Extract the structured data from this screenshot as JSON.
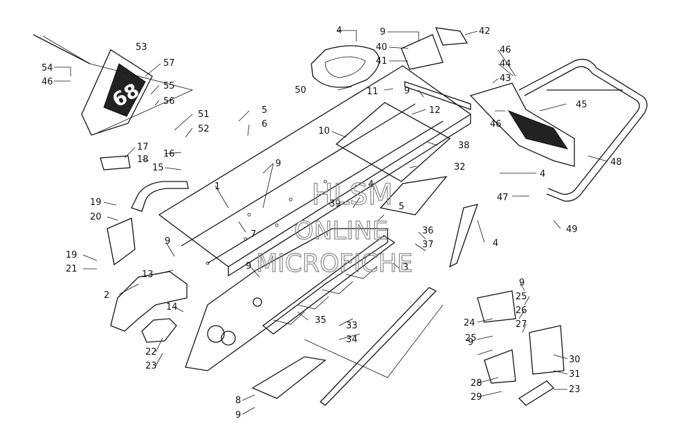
{
  "watermark": {
    "line1": "HLSM",
    "line2": "ONLINE",
    "line3": "MICROFICHE"
  },
  "decal_text": "68",
  "callouts": [
    {
      "n": "1"
    },
    {
      "n": "2"
    },
    {
      "n": "3"
    },
    {
      "n": "4"
    },
    {
      "n": "4"
    },
    {
      "n": "4"
    },
    {
      "n": "4"
    },
    {
      "n": "5"
    },
    {
      "n": "5"
    },
    {
      "n": "6"
    },
    {
      "n": "7"
    },
    {
      "n": "8"
    },
    {
      "n": "9"
    },
    {
      "n": "9"
    },
    {
      "n": "9"
    },
    {
      "n": "9"
    },
    {
      "n": "9"
    },
    {
      "n": "9"
    },
    {
      "n": "9"
    },
    {
      "n": "9"
    },
    {
      "n": "10"
    },
    {
      "n": "11"
    },
    {
      "n": "12"
    },
    {
      "n": "13"
    },
    {
      "n": "14"
    },
    {
      "n": "15"
    },
    {
      "n": "16"
    },
    {
      "n": "17"
    },
    {
      "n": "18"
    },
    {
      "n": "19"
    },
    {
      "n": "19"
    },
    {
      "n": "20"
    },
    {
      "n": "21"
    },
    {
      "n": "22"
    },
    {
      "n": "23"
    },
    {
      "n": "23"
    },
    {
      "n": "24"
    },
    {
      "n": "25"
    },
    {
      "n": "25"
    },
    {
      "n": "26"
    },
    {
      "n": "27"
    },
    {
      "n": "28"
    },
    {
      "n": "29"
    },
    {
      "n": "30"
    },
    {
      "n": "31"
    },
    {
      "n": "32"
    },
    {
      "n": "33"
    },
    {
      "n": "34"
    },
    {
      "n": "35"
    },
    {
      "n": "36"
    },
    {
      "n": "37"
    },
    {
      "n": "38"
    },
    {
      "n": "39"
    },
    {
      "n": "40"
    },
    {
      "n": "41"
    },
    {
      "n": "42"
    },
    {
      "n": "43"
    },
    {
      "n": "44"
    },
    {
      "n": "45"
    },
    {
      "n": "46"
    },
    {
      "n": "46"
    },
    {
      "n": "46"
    },
    {
      "n": "47"
    },
    {
      "n": "48"
    },
    {
      "n": "49"
    },
    {
      "n": "50"
    },
    {
      "n": "51"
    },
    {
      "n": "52"
    },
    {
      "n": "53"
    },
    {
      "n": "54"
    },
    {
      "n": "55"
    },
    {
      "n": "56"
    },
    {
      "n": "57"
    }
  ]
}
